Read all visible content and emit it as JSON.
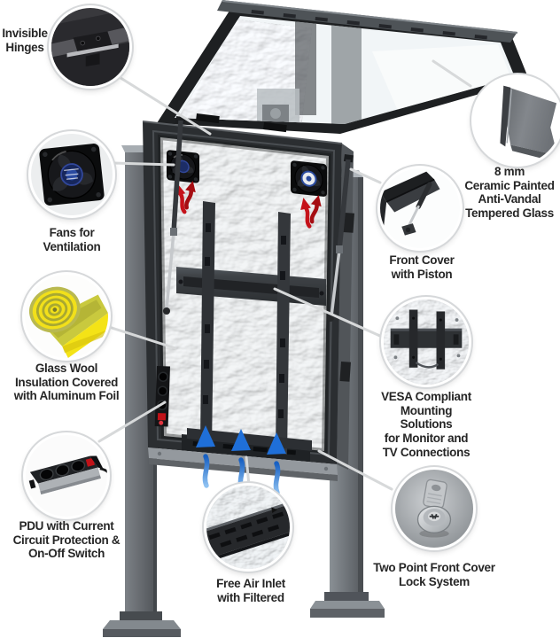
{
  "figure": {
    "type": "product-callout-diagram",
    "subject": "Outdoor TV / LCD enclosure on pedestal stand with open front glass cover",
    "background": "#ffffff"
  },
  "colors": {
    "accent_red": "#c5121a",
    "accent_blue": "#1f6fd8",
    "insulation_yellow": "#f5e41c",
    "foil_gray": "#d8dadb",
    "frame_dark": "#2b2e31",
    "leg_gray": "#686d72",
    "label_text": "#262626",
    "leader_line": "#d7d9da"
  },
  "callouts": [
    {
      "id": "invisible-hinges",
      "lines": [
        "Invisible",
        "Hinges"
      ]
    },
    {
      "id": "fans-ventilation",
      "lines": [
        "Fans for",
        "Ventilation"
      ]
    },
    {
      "id": "glass-wool",
      "lines": [
        "Glass Wool",
        "Insulation Covered",
        "with Aluminum Foil"
      ]
    },
    {
      "id": "pdu",
      "lines": [
        "PDU with Current",
        "Circuit Protection &",
        "On-Off Switch"
      ]
    },
    {
      "id": "air-inlet",
      "lines": [
        "Free Air Inlet",
        "with Filtered"
      ]
    },
    {
      "id": "tempered-glass",
      "lines": [
        "8 mm",
        "Ceramic Painted",
        "Anti-Vandal",
        "Tempered Glass"
      ]
    },
    {
      "id": "front-cover-piston",
      "lines": [
        "Front Cover",
        "with Piston"
      ]
    },
    {
      "id": "vesa-mount",
      "lines": [
        "VESA Compliant",
        "Mounting Solutions",
        "for Monitor and",
        "TV Connections"
      ]
    },
    {
      "id": "front-cover-lock",
      "lines": [
        "Two Point Front Cover",
        "Lock System"
      ]
    }
  ]
}
